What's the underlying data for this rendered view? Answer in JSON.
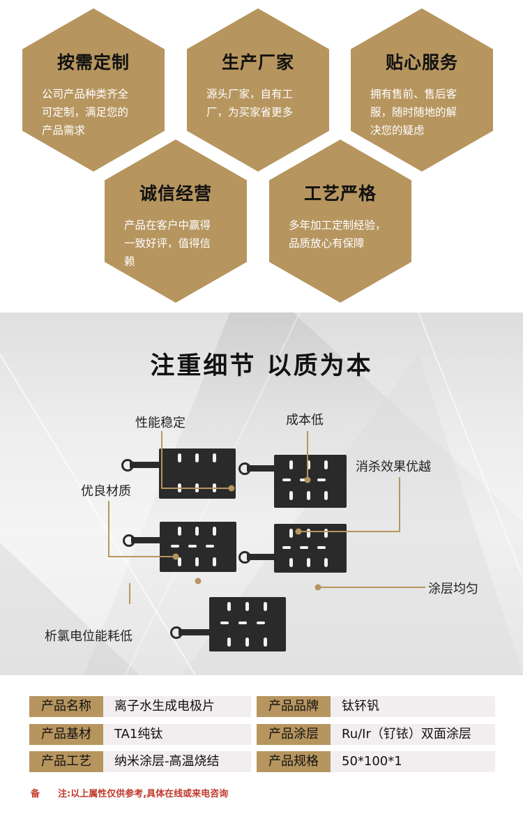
{
  "colors": {
    "gold": "#b6955f",
    "plate": "#2a2a2a",
    "note": "#c0392b"
  },
  "features": [
    {
      "title": "按需定制",
      "desc": "公司产品种类齐全\n可定制，满足您的\n产品需求"
    },
    {
      "title": "生产厂家",
      "desc": "源头厂家，自有工\n厂，为买家省更多"
    },
    {
      "title": "贴心服务",
      "desc": "拥有售前、售后客\n服，随时随地的解\n决您的疑虑"
    },
    {
      "title": "诚信经营",
      "desc": "产品在客户中赢得\n一致好评，值得信\n赖"
    },
    {
      "title": "工艺严格",
      "desc": "多年加工定制经验，\n品质放心有保障"
    }
  ],
  "detail": {
    "headline": "注重细节  以质为本",
    "callouts": [
      "性能稳定",
      "成本低",
      "消杀效果优越",
      "优良材质",
      "涂层均匀",
      "析氯电位能耗低"
    ]
  },
  "specs": [
    {
      "label": "产品名称",
      "value": "离子水生成电极片"
    },
    {
      "label": "产品品牌",
      "value": "钛钚钒"
    },
    {
      "label": "产品基材",
      "value": "TA1纯钛"
    },
    {
      "label": "产品涂层",
      "value": "Ru/Ir（钌铱）双面涂层"
    },
    {
      "label": "产品工艺",
      "value": "纳米涂层-高温烧结"
    },
    {
      "label": "产品规格",
      "value": "50*100*1"
    }
  ],
  "note": "备　　注:以上属性仅供参考,具体在线或来电咨询"
}
